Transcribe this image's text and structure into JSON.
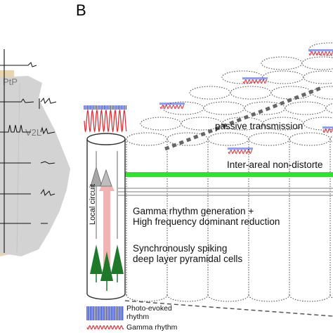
{
  "panel_letter": "B",
  "left_panel": {
    "region_labels": [
      "PtP",
      "V2L"
    ]
  },
  "labels": {
    "passive_transmission": "passive transmission",
    "inter_areal": "Inter-areal non-distorte",
    "local_circuit": "Local circuit",
    "gamma_generation_line1": "Gamma rhythm generation +",
    "gamma_generation_line2": "High frequency dominant reduction",
    "spiking_line1": "Synchronously spiking",
    "spiking_line2": "deep layer pyramidal cells"
  },
  "legend": {
    "photo_evoked_line1": "Photo-evoked",
    "photo_evoked_line2": "rhythm",
    "gamma_rhythm": "Gamma rhythm"
  },
  "colors": {
    "photo_evoked": "#2a3fd6",
    "gamma": "#e0242a",
    "green_bar": "#29e629",
    "pink_arrow": "#f4b3b3",
    "pyramidal": "#1e7a2a",
    "gray_arrow": "#a6a6a6",
    "brain_gray": "#d4d4d4",
    "brain_tan": "#e9d4b0",
    "dotted_arrow": "#666666"
  }
}
